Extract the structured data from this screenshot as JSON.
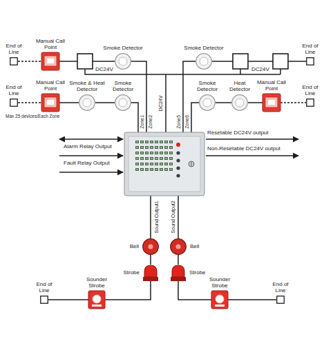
{
  "diagram": {
    "nodes": [
      {
        "text": [
          "End of Line"
        ]
      },
      {
        "text": [
          "Manual Call Point"
        ]
      },
      {
        "text": [
          "Smoke Detector"
        ]
      },
      {
        "text": [
          "Smoke Detector"
        ]
      },
      {
        "text": [
          "End of Line"
        ]
      },
      {
        "text": [
          "End of Line"
        ]
      },
      {
        "text": [
          "Manual Call Point"
        ]
      },
      {
        "text": [
          "Smoke & Heat Detector"
        ]
      },
      {
        "text": [
          "Smoke Detector"
        ]
      },
      {
        "text": [
          "Smoke Detector"
        ]
      },
      {
        "text": [
          "Heat Detector"
        ]
      },
      {
        "text": [
          "Manual Call Point"
        ]
      },
      {
        "text": [
          "End of Line"
        ]
      },
      {
        "text": [
          "Bell"
        ]
      },
      {
        "text": [
          "Strobe"
        ]
      },
      {
        "text": [
          "Sounder Strobe"
        ]
      },
      {
        "text": [
          "End of Line"
        ]
      },
      {
        "text": [
          "Bell"
        ]
      },
      {
        "text": [
          "Strobe"
        ]
      },
      {
        "text": [
          "Sounder Strobe"
        ]
      },
      {
        "text": [
          "End of Line"
        ]
      }
    ],
    "edges": [
      {
        "from": 0,
        "to": 1,
        "arrow": "none"
      },
      {
        "from": 1,
        "to": 2,
        "arrow": "none"
      },
      {
        "from": 3,
        "to": 4,
        "arrow": "none"
      },
      {
        "from": 5,
        "to": 6,
        "arrow": "none"
      },
      {
        "from": 6,
        "to": 7,
        "arrow": "none"
      },
      {
        "from": 7,
        "to": 8,
        "arrow": "none"
      },
      {
        "from": 9,
        "to": 10,
        "arrow": "none"
      },
      {
        "from": 10,
        "to": 11,
        "arrow": "none"
      },
      {
        "from": 11,
        "to": 12,
        "arrow": "none"
      },
      {
        "from": 13,
        "to": 14,
        "arrow": "none"
      },
      {
        "from": 14,
        "to": 15,
        "arrow": "none"
      },
      {
        "from": 15,
        "to": 16,
        "arrow": "none"
      },
      {
        "from": 17,
        "to": 18,
        "arrow": "none"
      },
      {
        "from": 18,
        "to": 19,
        "arrow": "none"
      },
      {
        "from": 19,
        "to": 20,
        "arrow": "none"
      }
    ],
    "labels": [
      "DC24V",
      "DC24V",
      "DC24V",
      "Max 25 devices/Each Zone",
      "Zone1",
      "Zone2",
      "Zone5",
      "Zone6",
      "Alarm Relay Output",
      "Fault Relay Output",
      "Resetable DC24V output",
      "Non-Resetable DC24V output",
      "Sound Output1",
      "Sound Output2"
    ]
  }
}
